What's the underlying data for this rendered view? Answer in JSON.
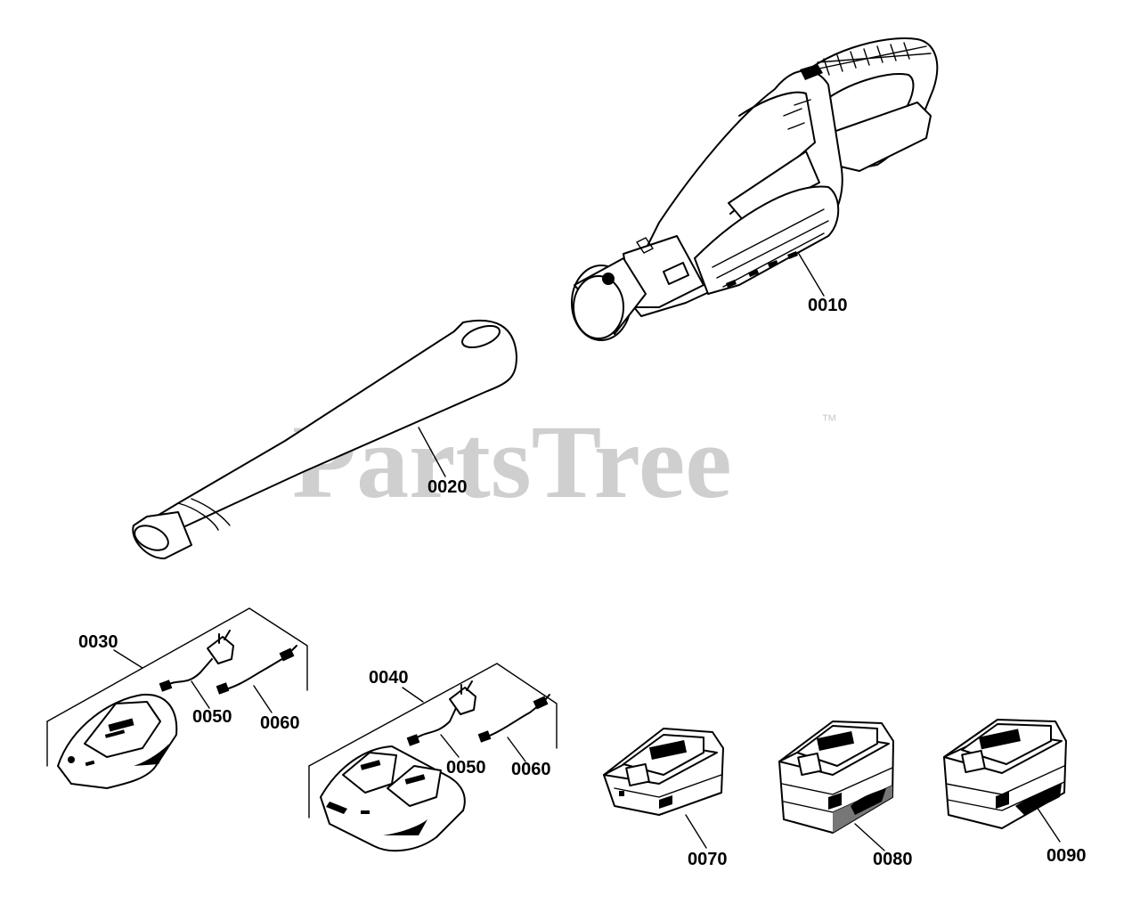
{
  "watermark": {
    "text": "PartsTree",
    "trademark": "™"
  },
  "callouts": {
    "p0010": "0010",
    "p0020": "0020",
    "p0030": "0030",
    "p0040": "0040",
    "p0050a": "0050",
    "p0060a": "0060",
    "p0050b": "0050",
    "p0060b": "0060",
    "p0070": "0070",
    "p0080": "0080",
    "p0090": "0090"
  }
}
